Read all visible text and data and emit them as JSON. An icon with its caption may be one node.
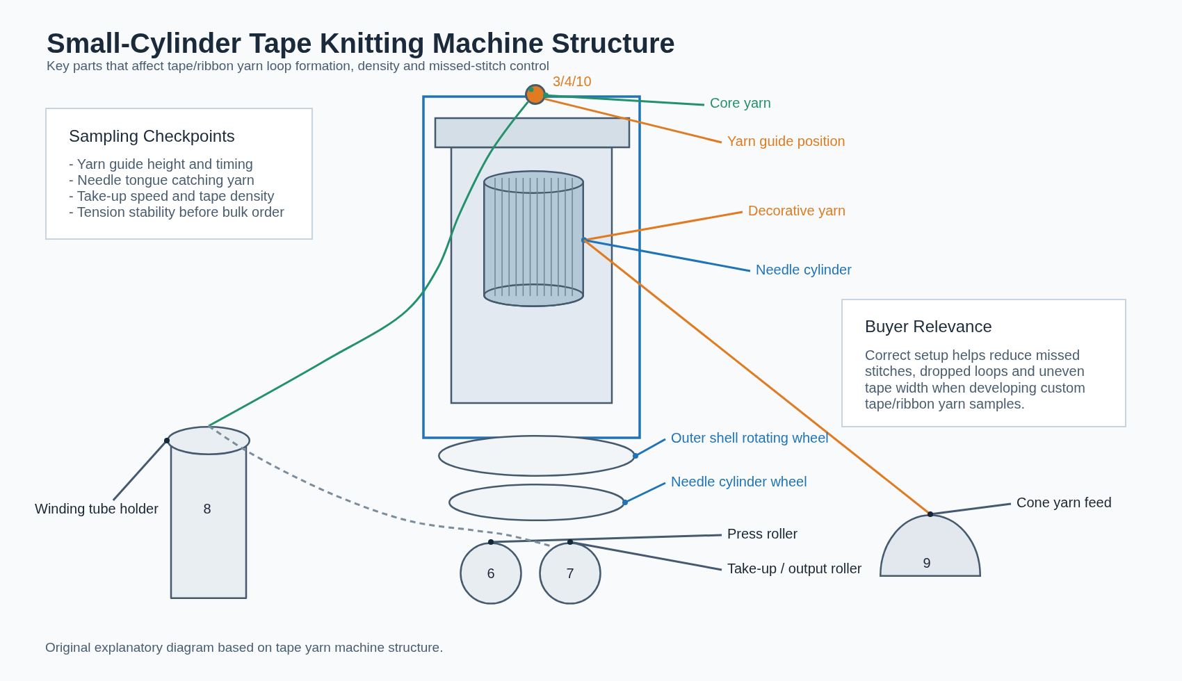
{
  "diagram": {
    "title": "Small-Cylinder Tape Knitting Machine Structure",
    "caption": "Original explanatory diagram based on tape yarn machine structure.",
    "nodes": [
      {
        "text": [
          "Sampling Checkpoints",
          "- Yarn guide height and timing",
          "- Needle tongue catching yarn",
          "- Take-up speed and tape density",
          "- Tension stability before bulk order"
        ]
      },
      {
        "text": [],
        "shape": "circle",
        "beside": [
          "3/4/10"
        ]
      },
      {
        "text": [
          "Core yarn"
        ]
      },
      {
        "text": [
          "Yarn guide position"
        ]
      },
      {
        "text": [],
        "shape": "cylinder"
      },
      {
        "text": [
          "Decorative yarn"
        ]
      },
      {
        "text": [
          "Needle cylinder"
        ]
      },
      {
        "text": [
          "Buyer Relevance",
          "Correct setup helps reduce missed stitches, dropped loops and uneven tape width when developing custom tape/ribbon yarn samples."
        ]
      },
      {
        "text": [],
        "shape": "ellipse"
      },
      {
        "text": [
          "Outer shell rotating wheel"
        ]
      },
      {
        "text": [
          "8"
        ]
      },
      {
        "text": [],
        "shape": "ellipse"
      },
      {
        "text": [
          "Needle cylinder wheel"
        ]
      },
      {
        "text": [
          "Cone yarn feed"
        ]
      },
      {
        "text": [
          "Winding tube holder"
        ]
      },
      {
        "text": [
          "Press roller"
        ]
      },
      {
        "text": [
          "6"
        ]
      },
      {
        "text": [
          "7"
        ]
      },
      {
        "text": [
          "Take-up / output roller"
        ]
      },
      {
        "text": [
          "9"
        ]
      }
    ],
    "edges": [
      {
        "from": 10,
        "to": 1,
        "arrow": "none",
        "color": "#23916b"
      },
      {
        "from": 2,
        "to": 1,
        "arrow": "other",
        "color": "#23916b"
      },
      {
        "from": 3,
        "to": 1,
        "arrow": "none",
        "color": "#e07b21"
      },
      {
        "from": 5,
        "to": 4,
        "arrow": "other",
        "color": "#e07b21"
      },
      {
        "from": 6,
        "to": 4,
        "arrow": "other",
        "color": "#1f74b8"
      },
      {
        "from": 19,
        "to": 4,
        "arrow": "none",
        "color": "#e07b21"
      },
      {
        "from": 9,
        "to": 8,
        "arrow": "other",
        "color": "#1f74b8"
      },
      {
        "from": 12,
        "to": 11,
        "arrow": "other",
        "color": "#1f74b8"
      },
      {
        "from": 14,
        "to": 10,
        "arrow": "other"
      },
      {
        "from": 15,
        "to": 16,
        "arrow": "other"
      },
      {
        "from": 18,
        "to": 17,
        "arrow": "other"
      },
      {
        "from": 13,
        "to": 19,
        "arrow": "other"
      },
      {
        "from": 10,
        "to": 17,
        "arrow": "none",
        "style": "dashed",
        "color": "#7b8d9c"
      }
    ],
    "labels": [
      "Key parts that affect tape/ribbon yarn loop formation, density and missed-stitch control"
    ]
  }
}
